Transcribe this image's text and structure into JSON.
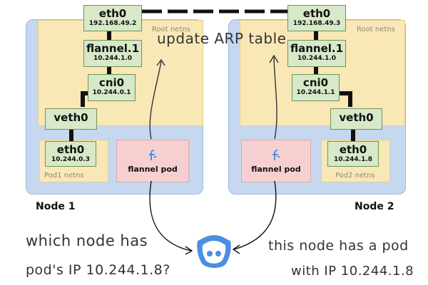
{
  "node1": {
    "label": "Node 1",
    "root_netns": "Root netns",
    "pod_netns": "Pod1 netns",
    "eth0": {
      "name": "eth0",
      "ip": "192.168.49.2"
    },
    "flannel": {
      "name": "flannel.1",
      "ip": "10.244.1.0"
    },
    "cni": {
      "name": "cni0",
      "ip": "10.244.0.1"
    },
    "veth": {
      "name": "veth0"
    },
    "pod_eth0": {
      "name": "eth0",
      "ip": "10.244.0.3"
    },
    "flannel_pod": "flannel pod"
  },
  "node2": {
    "label": "Node 2",
    "root_netns": "Root netns",
    "pod_netns": "Pod2 netns",
    "eth0": {
      "name": "eth0",
      "ip": "192.168.49.3"
    },
    "flannel": {
      "name": "flannel.1",
      "ip": "10.244.1.0"
    },
    "cni": {
      "name": "cni0",
      "ip": "10.244.1.1"
    },
    "veth": {
      "name": "veth0"
    },
    "pod_eth0": {
      "name": "eth0",
      "ip": "10.244.1.8"
    },
    "flannel_pod": "flannel pod"
  },
  "annotations": {
    "update_arp": "update ARP table",
    "question_line1": "which node has",
    "question_line2": "pod's IP 10.244.1.8?",
    "answer_line1": "this node has a pod",
    "answer_line2": "with IP 10.244.1.8"
  },
  "colors": {
    "node_bg": "#c5d8ef",
    "netns_bg": "#f9e7b6",
    "iface_bg": "#d7e9c8",
    "flannel_pod_bg": "#f6d0d0",
    "etcd_blue": "#4a8fe2"
  },
  "icons": {
    "flannel_logo": "flannel-icon",
    "etcd_logo": "etcd-icon"
  }
}
